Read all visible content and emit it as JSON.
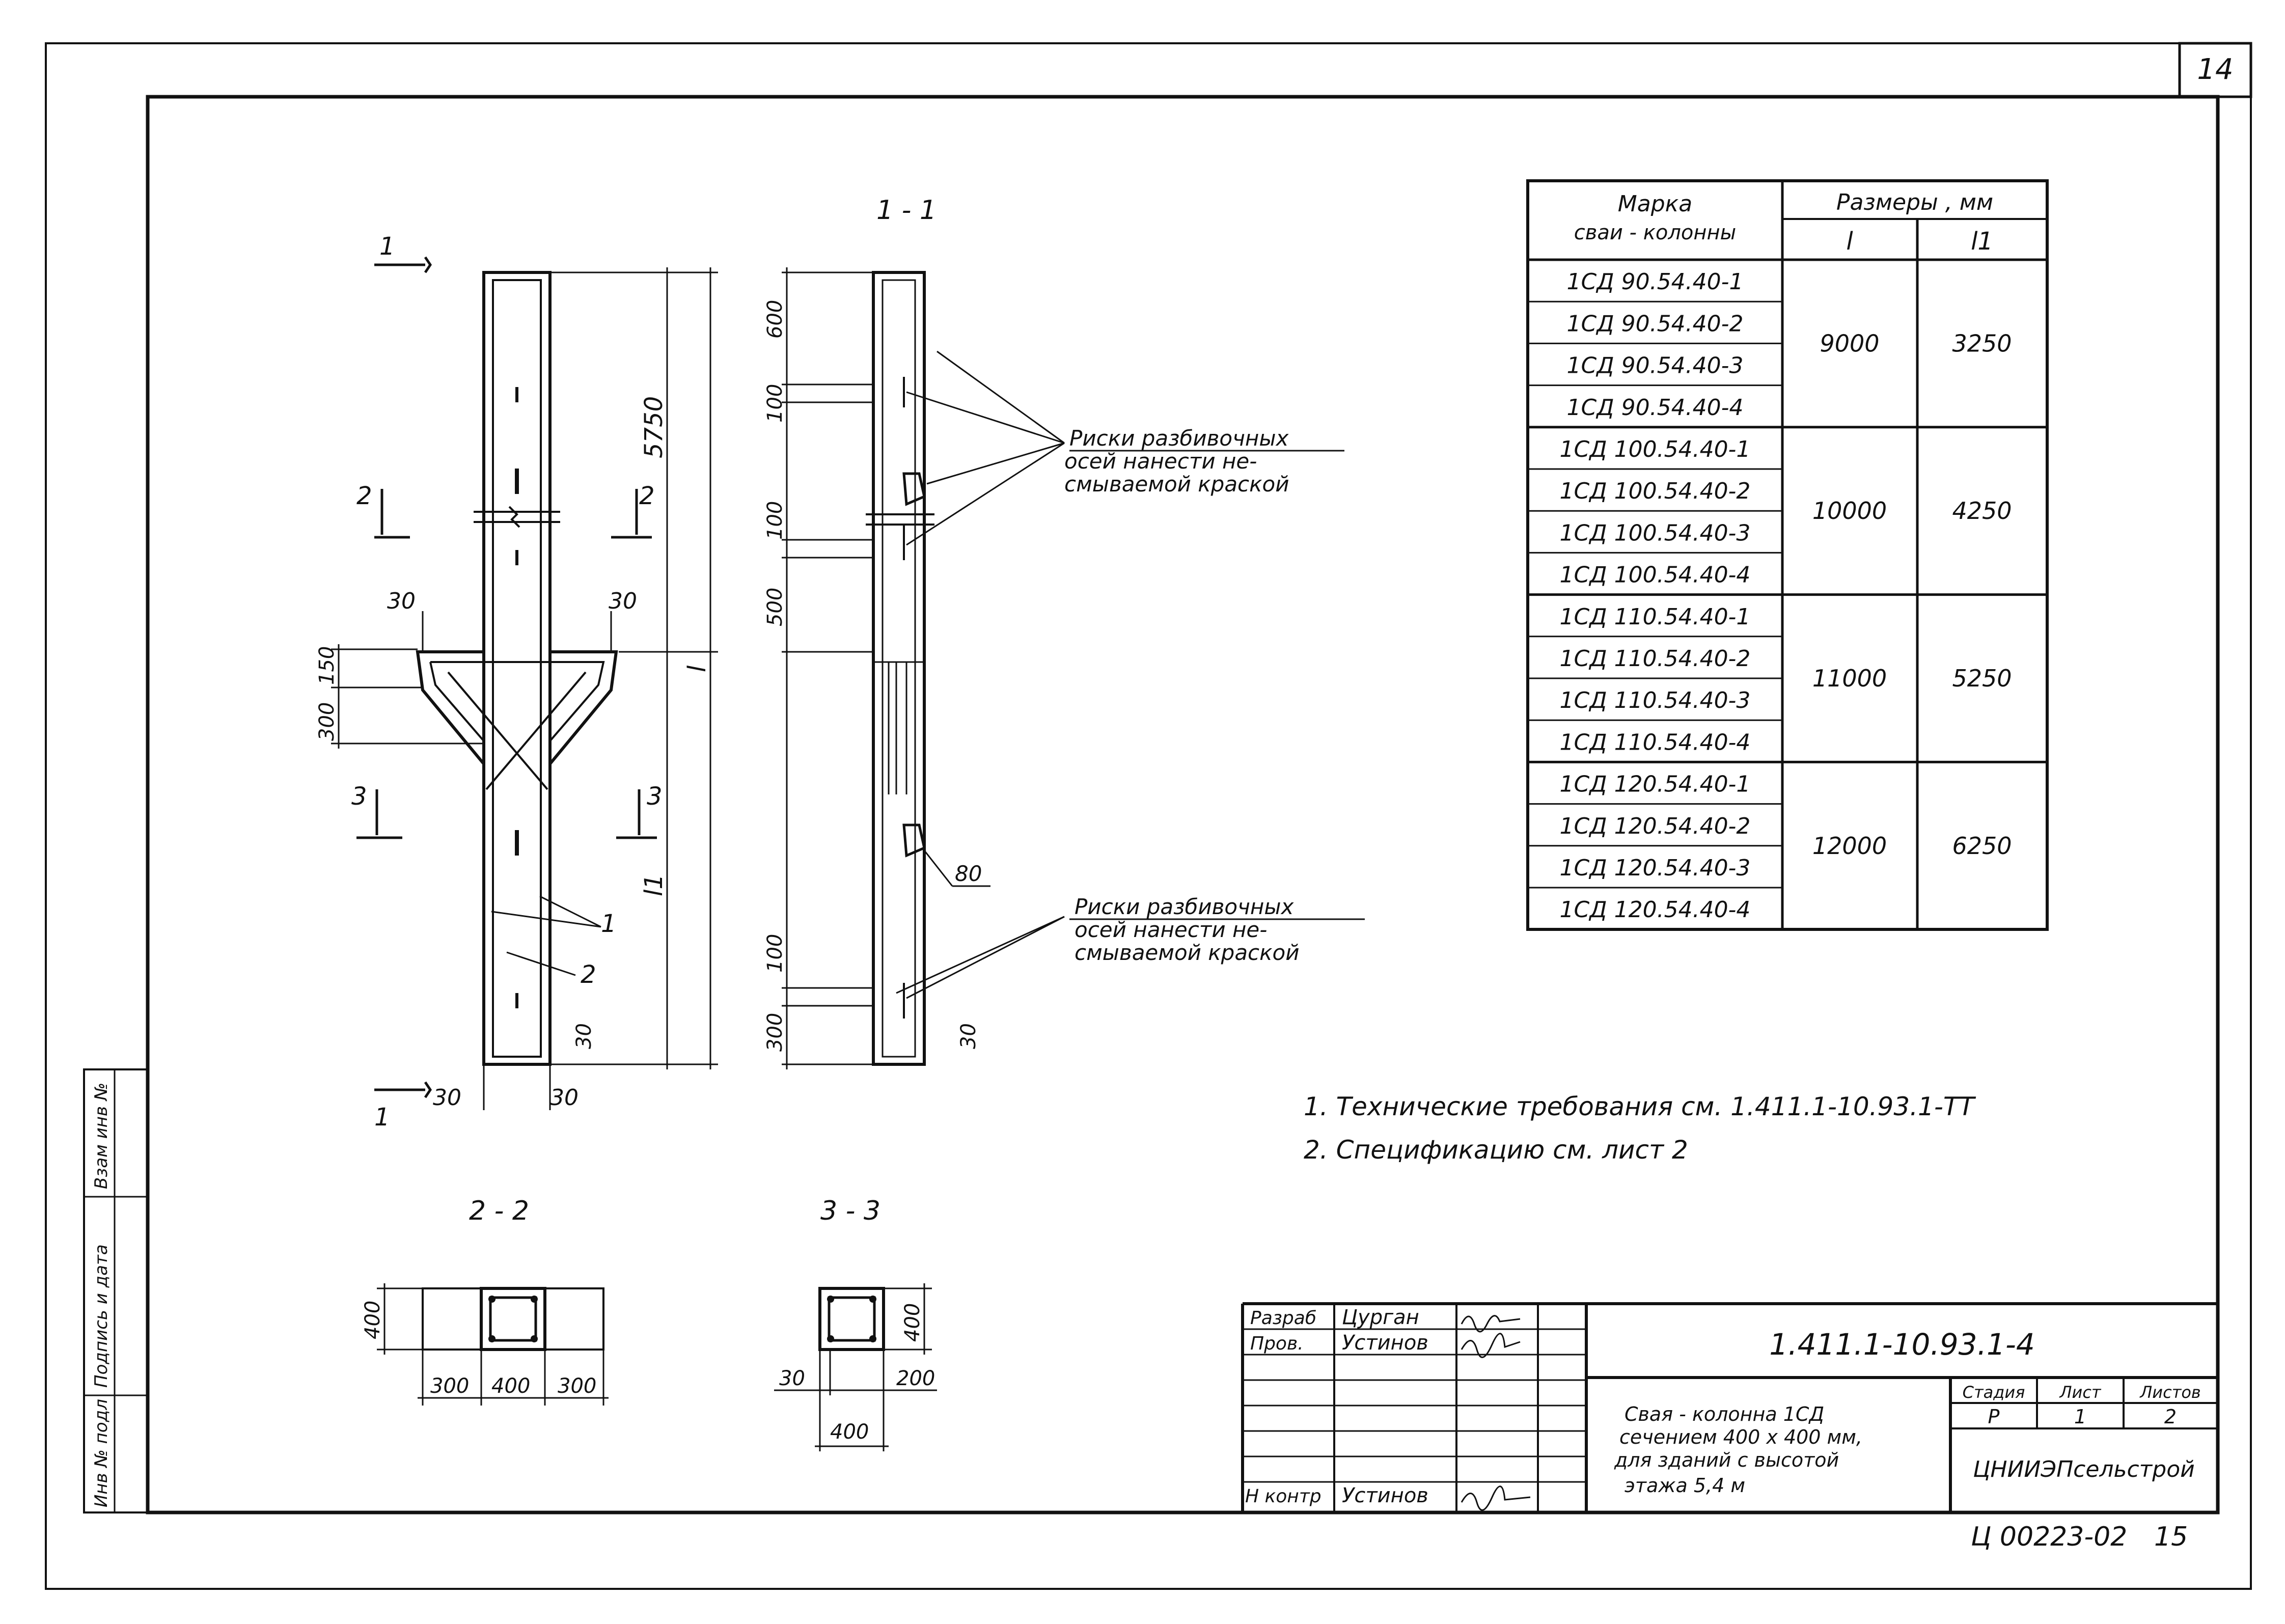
{
  "sheet_number": "14",
  "bottom_code": "Ц 00223-02",
  "bottom_page": "15",
  "side_stamp": {
    "inv_label": "Инв № подл",
    "sign_label": "Подпись и дата",
    "replace_label": "Взам инв №"
  },
  "section_titles": {
    "s11": "1 - 1",
    "s22": "2 - 2",
    "s33": "3 - 3"
  },
  "cut_labels": {
    "one": "1",
    "two": "2",
    "three": "3"
  },
  "dims": {
    "d5750": "5750",
    "d_l": "l",
    "d_l1": "l1",
    "d30": "30",
    "d150": "150",
    "d300": "300",
    "d600": "600",
    "d100": "100",
    "d500": "500",
    "d80": "80",
    "d400": "400",
    "d200": "200"
  },
  "callouts": {
    "c1": "1",
    "c2": "2"
  },
  "annotation": {
    "line1": "Риски разбивочных",
    "line2": "осей нанести не-",
    "line3": "смываемой краской"
  },
  "table": {
    "header_mark_1": "Марка",
    "header_mark_2": "сваи - колонны",
    "header_sizes": "Размеры , мм",
    "header_l": "l",
    "header_l1": "l1",
    "marks": [
      "1СД 90.54.40-1",
      "1СД 90.54.40-2",
      "1СД 90.54.40-3",
      "1СД 90.54.40-4",
      "1СД 100.54.40-1",
      "1СД 100.54.40-2",
      "1СД 100.54.40-3",
      "1СД 100.54.40-4",
      "1СД 110.54.40-1",
      "1СД 110.54.40-2",
      "1СД 110.54.40-3",
      "1СД 110.54.40-4",
      "1СД 120.54.40-1",
      "1СД 120.54.40-2",
      "1СД 120.54.40-3",
      "1СД 120.54.40-4"
    ],
    "groups": [
      {
        "l": "9000",
        "l1": "3250"
      },
      {
        "l": "10000",
        "l1": "4250"
      },
      {
        "l": "11000",
        "l1": "5250"
      },
      {
        "l": "12000",
        "l1": "6250"
      }
    ]
  },
  "notes": {
    "n1": "1.  Технические требования см. 1.411.1-10.93.1-ТТ",
    "n2": "2.  Спецификацию см. лист 2"
  },
  "title_block": {
    "code": "1.411.1-10.93.1-4",
    "title_1": "Свая - колонна 1СД",
    "title_2": "сечением 400 х 400 мм,",
    "title_3": "для зданий с высотой",
    "title_4": "этажа  5,4 м",
    "stage_label": "Стадия",
    "sheet_label": "Лист",
    "sheets_label": "Листов",
    "stage": "Р",
    "sheet": "1",
    "sheets": "2",
    "org": "ЦНИИЭПсельстрой",
    "row1_role": "Разраб",
    "row1_name": "Цурган",
    "row2_role": "Пров.",
    "row2_name": "Устинов",
    "row3_role": "Н контр",
    "row3_name": "Устинов"
  }
}
